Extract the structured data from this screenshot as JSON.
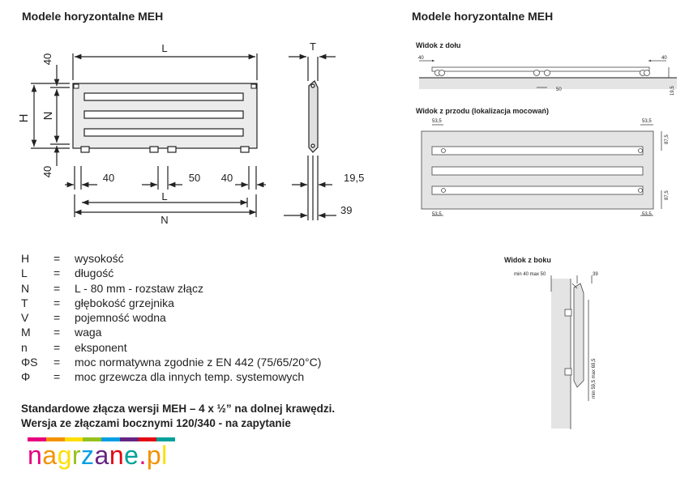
{
  "titles": {
    "left": "Modele horyzontalne MEH",
    "right": "Modele horyzontalne MEH"
  },
  "front_dims": {
    "L": "L",
    "H": "H",
    "N_vert": "N",
    "N_bottom": "N",
    "L_bottom": "L",
    "top_40": "40",
    "bottom_40": "40",
    "d40_left": "40",
    "d50": "50",
    "d40_right": "40",
    "T": "T",
    "d19_5": "19,5",
    "d39": "39"
  },
  "views": {
    "bottom": {
      "title": "Widok z dołu",
      "l40": "40",
      "r40": "40",
      "d50": "50",
      "d19_5": "19,5"
    },
    "front": {
      "title": "Widok z przodu (lokalizacja mocowań)",
      "tl": "53,5",
      "tr": "53,5",
      "bl": "53,5",
      "br": "53,5",
      "r1": "87,5",
      "r2": "87,5"
    },
    "side": {
      "title": "Widok z boku",
      "top_label": "min 40 max 50",
      "d39": "39",
      "v_label": "min 59,5 max 69,5"
    }
  },
  "legend": [
    {
      "sym": "H",
      "eq": "=",
      "desc": "wysokość"
    },
    {
      "sym": "L",
      "eq": "=",
      "desc": "długość"
    },
    {
      "sym": "N",
      "eq": "=",
      "desc": "L - 80 mm - rozstaw złącz"
    },
    {
      "sym": "T",
      "eq": "=",
      "desc": "głębokość grzejnika"
    },
    {
      "sym": "V",
      "eq": "=",
      "desc": "pojemność wodna"
    },
    {
      "sym": "M",
      "eq": "=",
      "desc": "waga"
    },
    {
      "sym": "n",
      "eq": "=",
      "desc": "eksponent"
    },
    {
      "sym": "ΦS",
      "eq": "=",
      "desc": "moc normatywna zgodnie z EN 442 (75/65/20°C)"
    },
    {
      "sym": "Φ",
      "eq": "=",
      "desc": "moc grzewcza dla innych temp. systemowych"
    }
  ],
  "notes": {
    "line1": "Standardowe złącza wersji MEH – 4 x ½” na dolnej krawędzi.",
    "line2": "Wersja ze złączami bocznymi 120/340 - na zapytanie"
  },
  "brand": {
    "text": "nagrzane.pl",
    "colors": [
      "#e6007e",
      "#f39200",
      "#ffde00",
      "#95c11f",
      "#009fe3",
      "#662483",
      "#e30613",
      "#00a19a"
    ]
  }
}
